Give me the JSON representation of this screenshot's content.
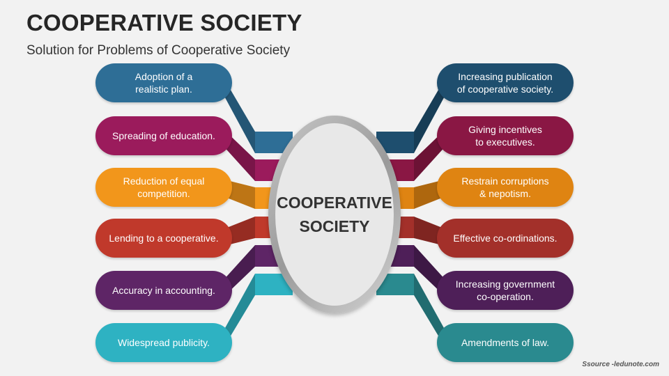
{
  "title": "COOPERATIVE SOCIETY",
  "subtitle": "Solution for Problems of Cooperative Society",
  "center_label": "COOPERATIVE\nSOCIETY",
  "source": "Ssource -ledunote.com",
  "left_items": [
    {
      "label": "Adoption of a\nrealistic plan.",
      "color": "#2e6e96"
    },
    {
      "label": "Spreading of education.",
      "color": "#9b1b5c"
    },
    {
      "label": "Reduction of equal\ncompetition.",
      "color": "#f2961b"
    },
    {
      "label": "Lending to a cooperative.",
      "color": "#c0392b"
    },
    {
      "label": "Accuracy in accounting.",
      "color": "#5e2566"
    },
    {
      "label": "Widespread publicity.",
      "color": "#2eb2c2"
    }
  ],
  "right_items": [
    {
      "label": "Increasing publication\nof cooperative society.",
      "color": "#1e4e6e"
    },
    {
      "label": "Giving incentives\nto executives.",
      "color": "#8a1744"
    },
    {
      "label": "Restrain corruptions\n& nepotism.",
      "color": "#df8412"
    },
    {
      "label": "Effective co-ordinations.",
      "color": "#a3302a"
    },
    {
      "label": "Increasing government\nco-operation.",
      "color": "#4e1f58"
    },
    {
      "label": "Amendments of law.",
      "color": "#2a8a8f"
    }
  ]
}
